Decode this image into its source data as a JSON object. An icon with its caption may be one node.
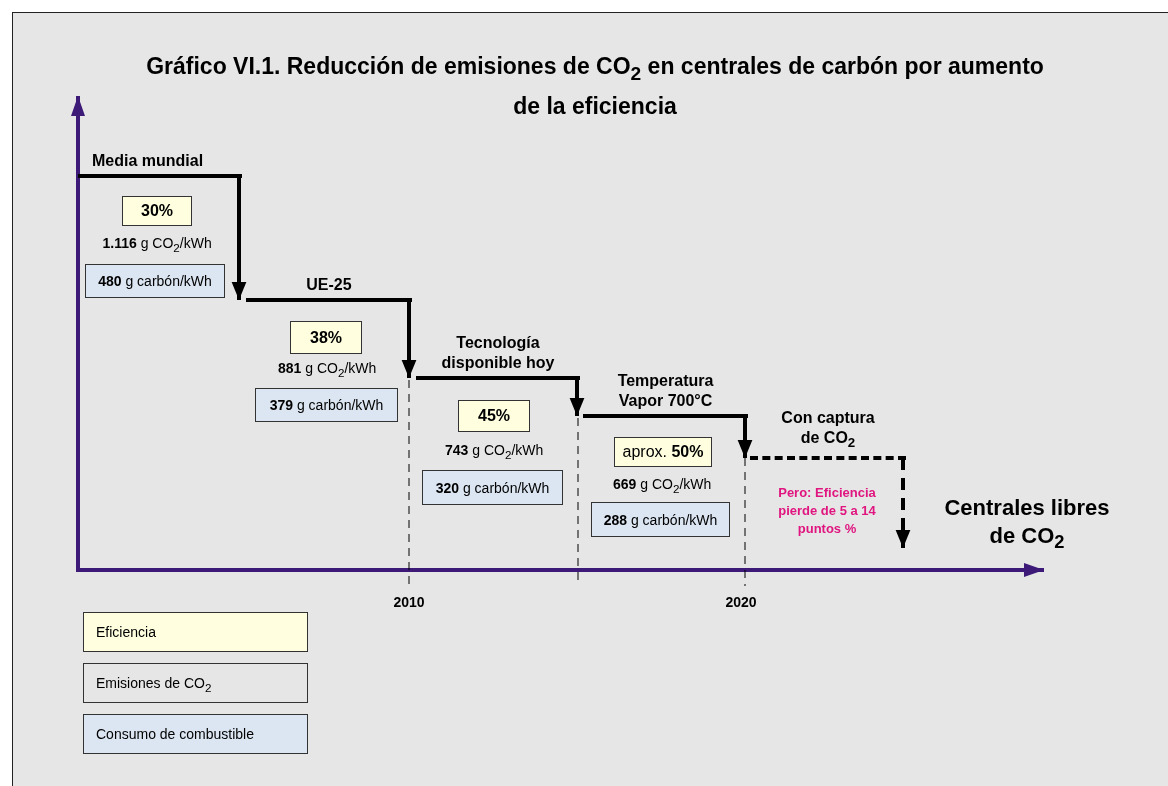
{
  "diagram": {
    "title": "Gráfico VI.1. Reducción de emisiones de CO$_{2}$ en centrales de carbón por aumento de la eficiencia",
    "nodes": [
      {
        "text": [
          "Media mundial"
        ]
      },
      {
        "text": [
          "30%"
        ]
      },
      {
        "text": [
          "**480** g carbón/kWh"
        ]
      },
      {
        "text": [
          "UE-25"
        ]
      },
      {
        "text": [
          "38%"
        ]
      },
      {
        "text": [
          "**379** g carbón/kWh"
        ]
      },
      {
        "text": [
          "Tecnología disponible hoy"
        ]
      },
      {
        "text": [
          "45%"
        ]
      },
      {
        "text": [
          "**320** g carbón/kWh"
        ]
      },
      {
        "text": [
          "Temperatura Vapor 700°C"
        ]
      },
      {
        "text": [
          "aprox. **50%**"
        ]
      },
      {
        "text": [
          "**288** g carbón/kWh"
        ]
      },
      {
        "text": [
          "Con captura de CO$_{2}$"
        ]
      }
    ],
    "edges": [
      {
        "from": 0,
        "to": 3,
        "arrow": "to"
      },
      {
        "from": 3,
        "to": 6,
        "arrow": "to"
      },
      {
        "from": 6,
        "to": 9,
        "arrow": "to"
      },
      {
        "from": 9,
        "to": 12,
        "arrow": "to"
      },
      {
        "from": 12,
        "to": null,
        "arrow": "to",
        "style": "dashed"
      }
    ],
    "labels": [
      "**1.116** g CO$_{2}$/kWh",
      "**881** g CO$_{2}$/kWh",
      "**743** g CO$_{2}$/kWh",
      "**669** g CO$_{2}$/kWh",
      "Pero: Eficiencia pierde de 5 a 14 puntos %",
      "2010",
      "2020",
      "Centrales libres de CO$_{2}$"
    ],
    "legend": [
      {
        "text": "Eficiencia",
        "color": "#ffffe0"
      },
      {
        "text": "Emisiones de CO$_{2}$",
        "color": "#e6e6e6"
      },
      {
        "text": "Consumo de combustible",
        "color": "#dce6f2"
      }
    ]
  }
}
